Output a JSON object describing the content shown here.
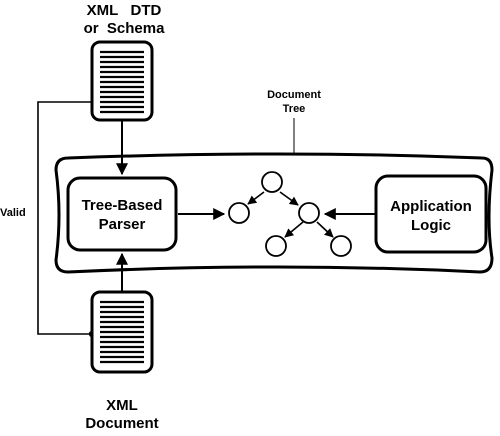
{
  "labels": {
    "schema_line1": "XML   DTD",
    "schema_line2": "or  Schema",
    "document_tree_line1": "Document",
    "document_tree_line2": "Tree",
    "parser_line1": "Tree-Based",
    "parser_line2": "Parser",
    "app_line1": "Application",
    "app_line2": "Logic",
    "valid": "Valid",
    "xml_doc_line1": "XML",
    "xml_doc_line2": "Document"
  },
  "colors": {
    "stroke": "#000000",
    "fill": "#ffffff"
  },
  "icons": {
    "schema_file": "document-icon",
    "xml_file": "document-icon"
  }
}
